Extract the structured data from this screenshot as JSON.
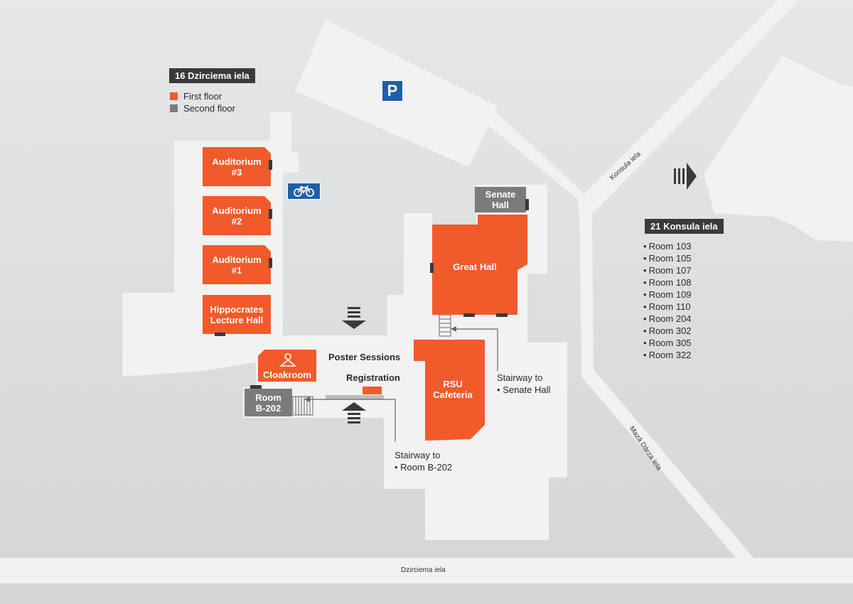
{
  "address_left": "16 Dzirciema iela",
  "address_right": "21 Konsula iela",
  "legend": [
    {
      "label": "First floor",
      "color": "#f15a2b"
    },
    {
      "label": "Second floor",
      "color": "#7b7b7d"
    }
  ],
  "rooms": {
    "auditorium3": "Auditorium\n#3",
    "auditorium2": "Auditorium\n#2",
    "auditorium1": "Auditorium\n#1",
    "hippocrates": "Hippocrates\nLecture Hall",
    "cloakroom": "Cloakroom",
    "room_b202": "Room\nB-202",
    "great_hall": "Great Hall",
    "senate_hall": "Senate\nHall",
    "cafeteria": "RSU\nCafeteria"
  },
  "labels": {
    "poster_sessions": "Poster Sessions",
    "registration": "Registration",
    "stair_senate_title": "Stairway to",
    "stair_senate_target": "Senate Hall",
    "stair_b202_title": "Stairway to",
    "stair_b202_target": "Room B-202"
  },
  "room_list": [
    "Room 103",
    "Room 105",
    "Room 107",
    "Room 108",
    "Room 109",
    "Room 110",
    "Room 204",
    "Room 302",
    "Room 305",
    "Room 322"
  ],
  "streets": {
    "bottom": "Dzirciema iela",
    "konsula": "Konsula iela",
    "maza_darza": "Mazā Dārza iela"
  },
  "icons": {
    "parking": "P",
    "bicycle": "bicycle-icon"
  },
  "colors": {
    "first_floor": "#f15a2b",
    "second_floor": "#7b7b7d",
    "parking": "#1f5fa8"
  }
}
